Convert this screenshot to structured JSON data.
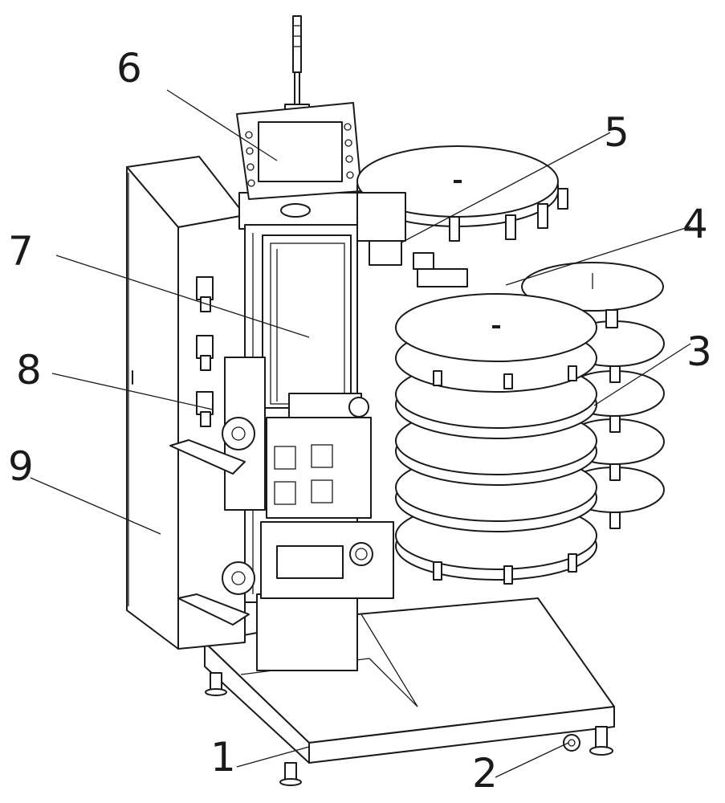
{
  "labels": {
    "l1": "1",
    "l2": "2",
    "l3": "3",
    "l4": "4",
    "l5": "5",
    "l6": "6",
    "l7": "7",
    "l8": "8",
    "l9": "9"
  },
  "colors": {
    "stroke": "#1a1a1a",
    "background": "#ffffff"
  }
}
